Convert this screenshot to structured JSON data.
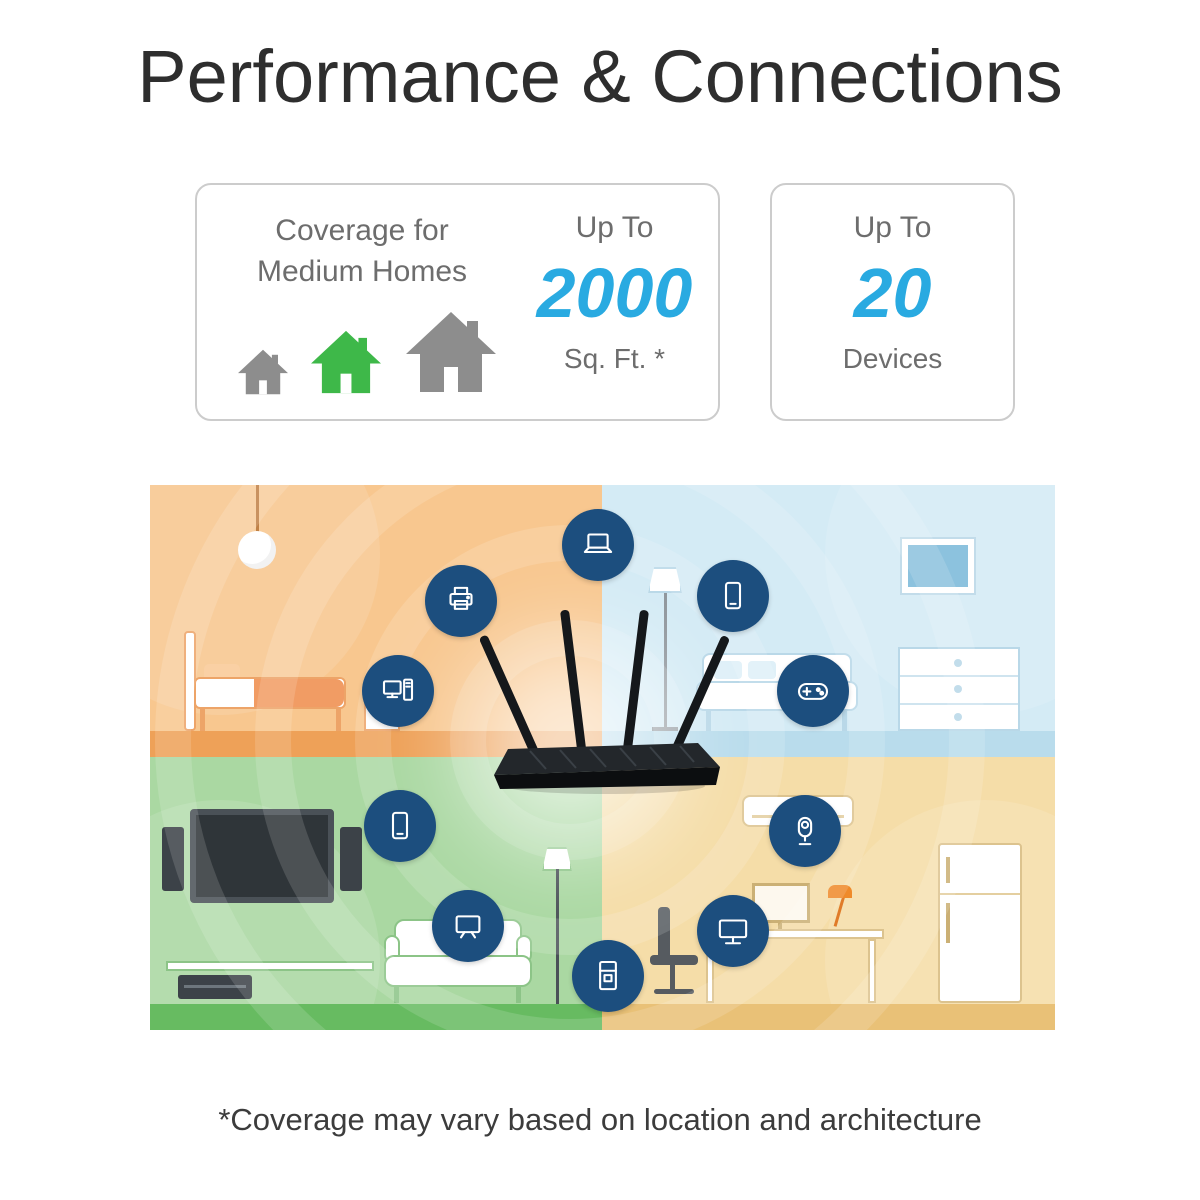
{
  "title": "Performance & Connections",
  "cards": {
    "coverage": {
      "line1": "Coverage for",
      "line2": "Medium Homes",
      "up_to": "Up To",
      "value": "2000",
      "unit": "Sq. Ft. *"
    },
    "devices": {
      "up_to": "Up To",
      "value": "20",
      "unit": "Devices"
    }
  },
  "footnote": "*Coverage may vary based on location and architecture",
  "colors": {
    "accent_blue": "#29aae1",
    "icon_circle_navy": "#1c4e7e",
    "house_green": "#3eb849",
    "house_gray": "#8d8d8d",
    "room_orange": "#f8c78f",
    "room_blue": "#d4ebf5",
    "room_green": "#aad8a2",
    "room_yellow": "#f5dda8"
  },
  "icons": {
    "houses": [
      "small-house-gray",
      "medium-house-green",
      "large-house-gray"
    ],
    "devices": [
      "laptop",
      "printer",
      "smartphone",
      "desktop-pc",
      "gamepad",
      "smartphone",
      "tv",
      "water-purifier",
      "security-camera",
      "monitor"
    ]
  }
}
